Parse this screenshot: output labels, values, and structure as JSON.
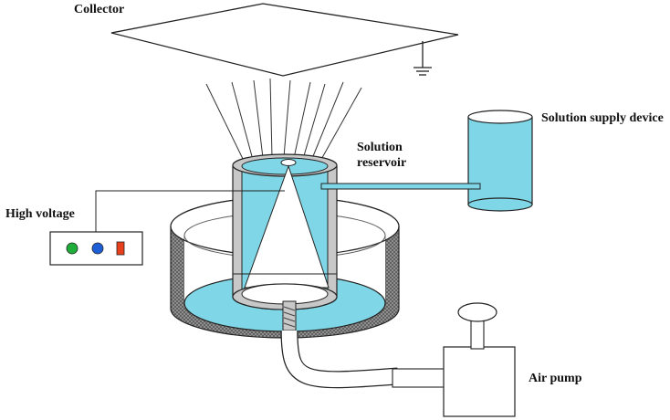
{
  "labels": {
    "collector": "Collector",
    "solution_reservoir_line1": "Solution",
    "solution_reservoir_line2": "reservoir",
    "solution_supply_device": "Solution supply device",
    "high_voltage": "High voltage",
    "air_pump": "Air pump"
  },
  "colors": {
    "solution": "#7fd6e6",
    "wall": "#c8c8c8",
    "outline": "#222222",
    "green_indicator": "#1fae3a",
    "blue_indicator": "#1f5fd6",
    "red_indicator": "#e8401c"
  },
  "icons": {
    "ground": "ground-symbol-icon",
    "indicators": [
      "green-light-icon",
      "blue-light-icon",
      "red-switch-icon"
    ]
  }
}
